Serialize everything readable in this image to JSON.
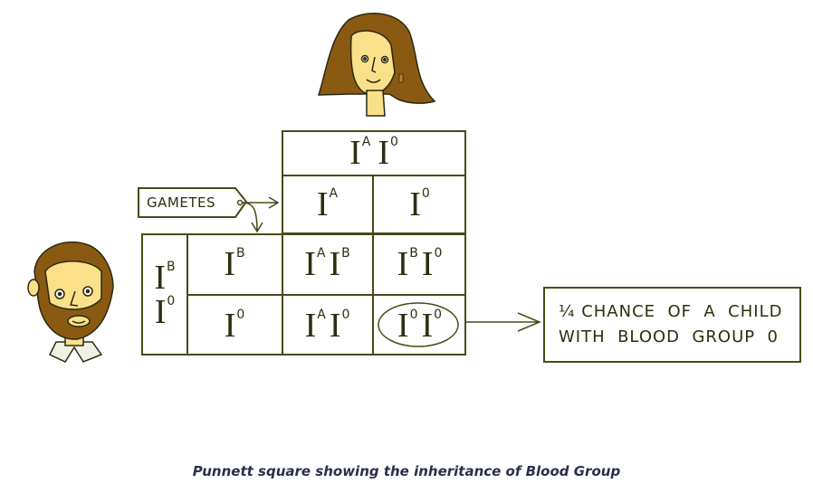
{
  "diagram": {
    "allele_symbol": "I",
    "mother_genotype": [
      "A",
      "0"
    ],
    "mother_gametes": [
      "A",
      "0"
    ],
    "father_genotype": [
      "B",
      "0"
    ],
    "father_gametes": [
      "B",
      "0"
    ],
    "offspring": [
      [
        [
          "A",
          "B"
        ],
        [
          "B",
          "0"
        ]
      ],
      [
        [
          "A",
          "0"
        ],
        [
          "0",
          "0"
        ]
      ]
    ],
    "gametes_label": "GAMETES",
    "result_fraction": "¼",
    "result_line1": "CHANCE  OF  A  CHILD",
    "result_line2": "WITH  BLOOD  GROUP  0",
    "caption": "Punnett square showing the inheritance of Blood Group"
  },
  "colors": {
    "line": "#4a4a18",
    "hair": "#8a5a12",
    "skin": "#fbe08a",
    "caption": "#2b2f4a"
  }
}
